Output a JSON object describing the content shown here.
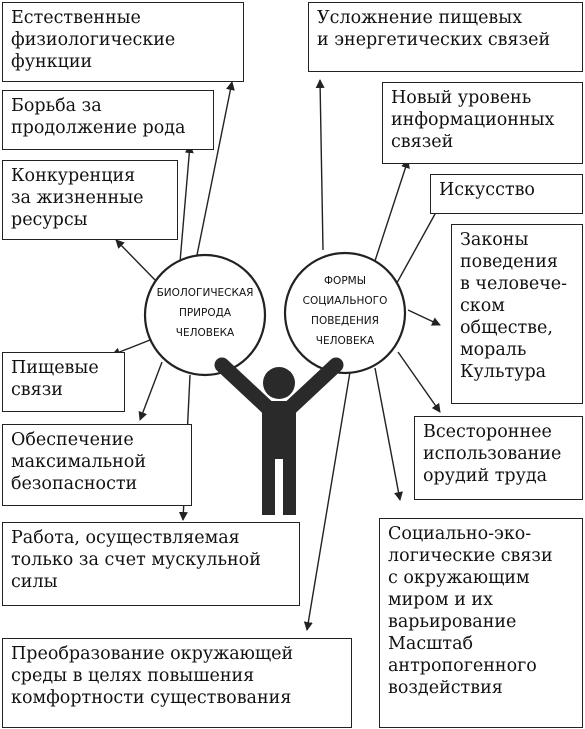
{
  "center_left": "БИОЛОГИЧЕСКАЯ\nПРИРОДА\nЧЕЛОВЕКА",
  "center_right": "ФОРМЫ\nСОЦИАЛЬНОГО\nПОВЕДЕНИЯ\nЧЕЛОВЕКА",
  "left_boxes": [
    "Естественные\nфизиологические\nфункции",
    "Борьба за\nпродолжение рода",
    "Конкуренция\nза жизненные\nресурсы",
    "Пищевые\nсвязи",
    "Обеспечение\nмаксимальной\nбезопасности",
    "Работа, осуществляемая\nтолько за счет мускульной\nсилы",
    "Преобразование окружающей\nсреды в целях повышения\nкомфортности существования"
  ],
  "right_boxes": [
    "Усложнение пищевых\nи энергетических связей",
    "Новый уровень\nинформационных\nсвязей",
    "Искусство",
    "Законы\nповедения\nв человече-\nском\nобществе,\nмораль\nКультура",
    "Всестороннее\nиспользование\nорудий труда",
    "Социально-эко-\nлогические связи\nс окружающим\nмиром и их\nварьирование\nМасштаб\nантропогенного\nвоздействия"
  ]
}
